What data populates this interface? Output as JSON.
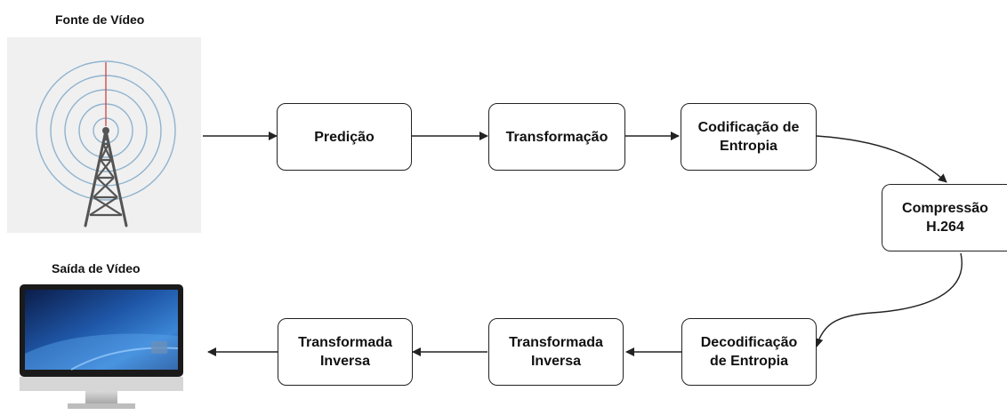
{
  "source_label": "Fonte de Vídeo",
  "output_label": "Saída de Vídeo",
  "nodes": {
    "predicao": "Predição",
    "transformacao": "Transformação",
    "codificacao": "Codificação de\nEntropia",
    "compressao": "Compressão\nH.264",
    "decodificacao": "Decodificação\nde Entropia",
    "transformada_inversa_1": "Transformada\nInversa",
    "transformada_inversa_2": "Transformada\nInversa"
  },
  "icons": {
    "source": "radio-tower-icon",
    "output": "desktop-monitor-icon"
  },
  "colors": {
    "stroke": "#222222",
    "tower_rings": "#8fb3cf",
    "tower_mast": "#555555",
    "tower_signal": "#d04040",
    "tower_bg": "#f0f0f0"
  }
}
